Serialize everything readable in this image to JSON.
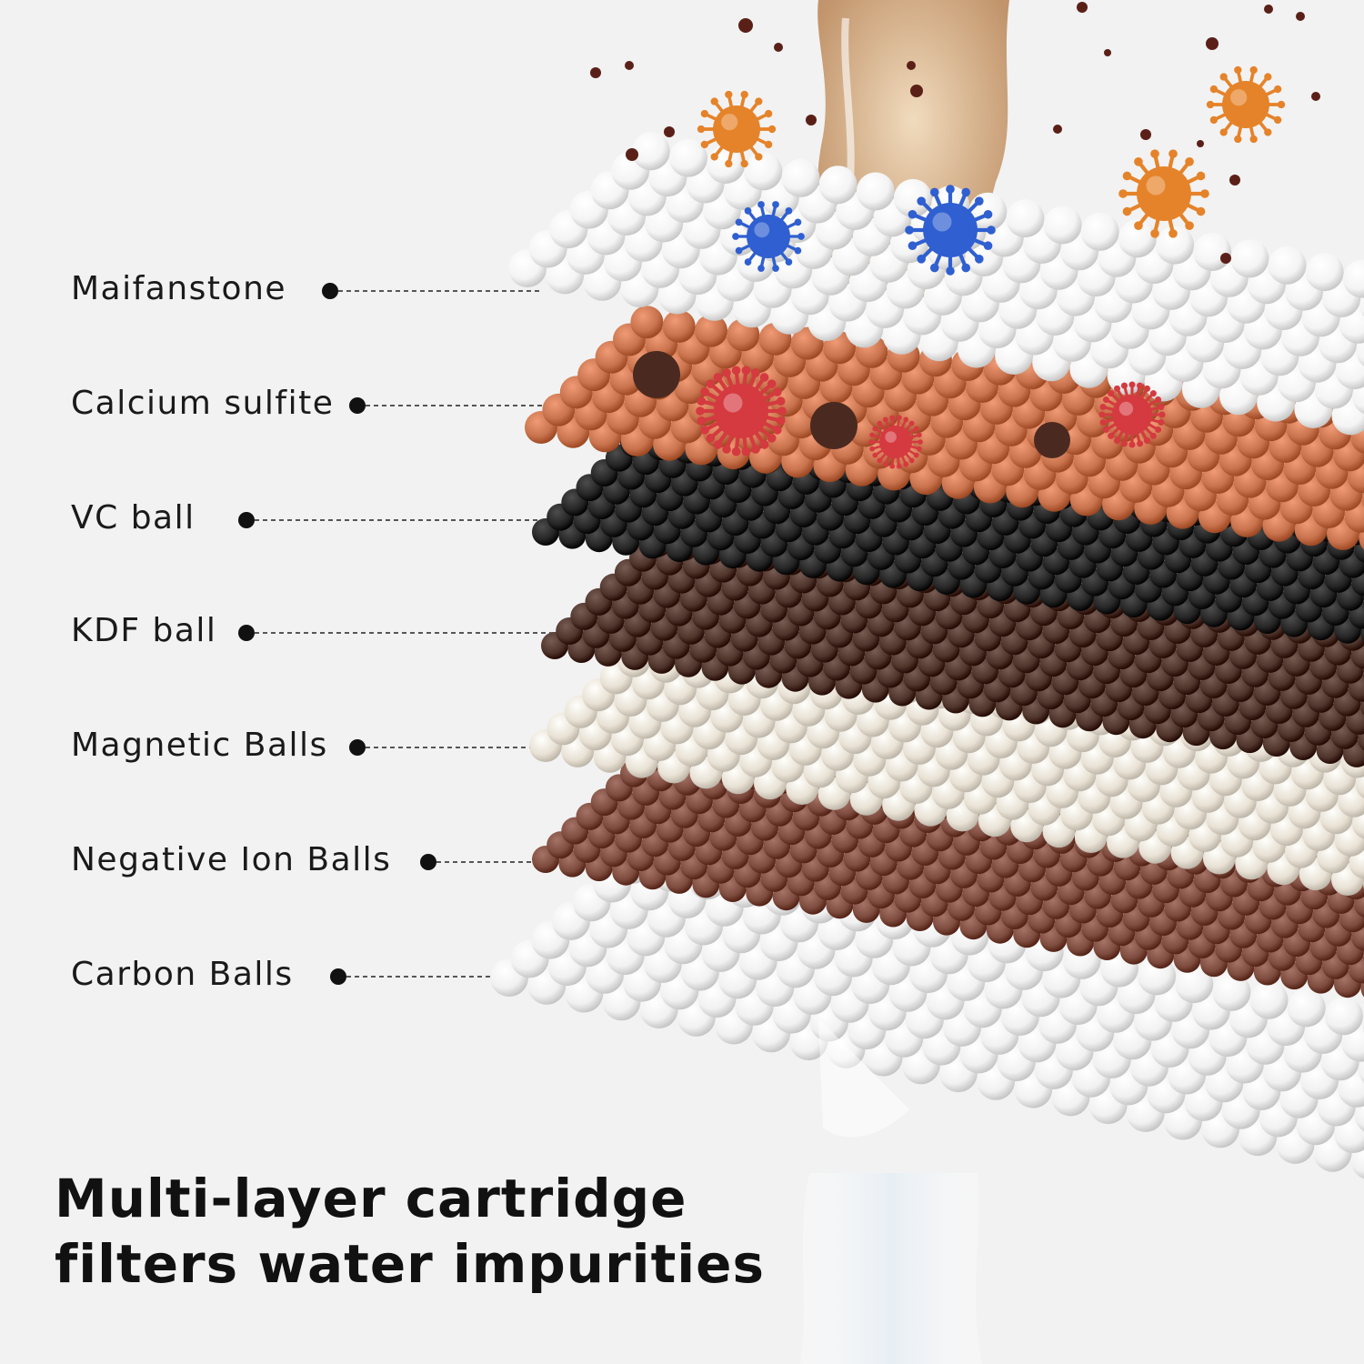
{
  "layers": [
    {
      "label": "Maifanstone",
      "color": "#f4f4f4"
    },
    {
      "label": "Calcium sulfite",
      "color": "#c8734d"
    },
    {
      "label": "VC ball",
      "color": "#252525"
    },
    {
      "label": "KDF ball",
      "color": "#4e342b"
    },
    {
      "label": "Magnetic Balls",
      "color": "#e8e1d4"
    },
    {
      "label": "Negative Ion Balls",
      "color": "#7e4c3f"
    },
    {
      "label": "Carbon Balls",
      "color": "#f1f1f1"
    }
  ],
  "headline": {
    "line1": "Multi-layer cartridge",
    "line2": "filters water impurities"
  },
  "colors": {
    "background": "#f2f2f2",
    "dirty_water": "#c89a6a",
    "clean_water": "#dfe8ee",
    "virus_orange": "#e5832a",
    "virus_blue": "#2f5fd0",
    "virus_red": "#d43a3f",
    "particle": "#5a2018"
  }
}
